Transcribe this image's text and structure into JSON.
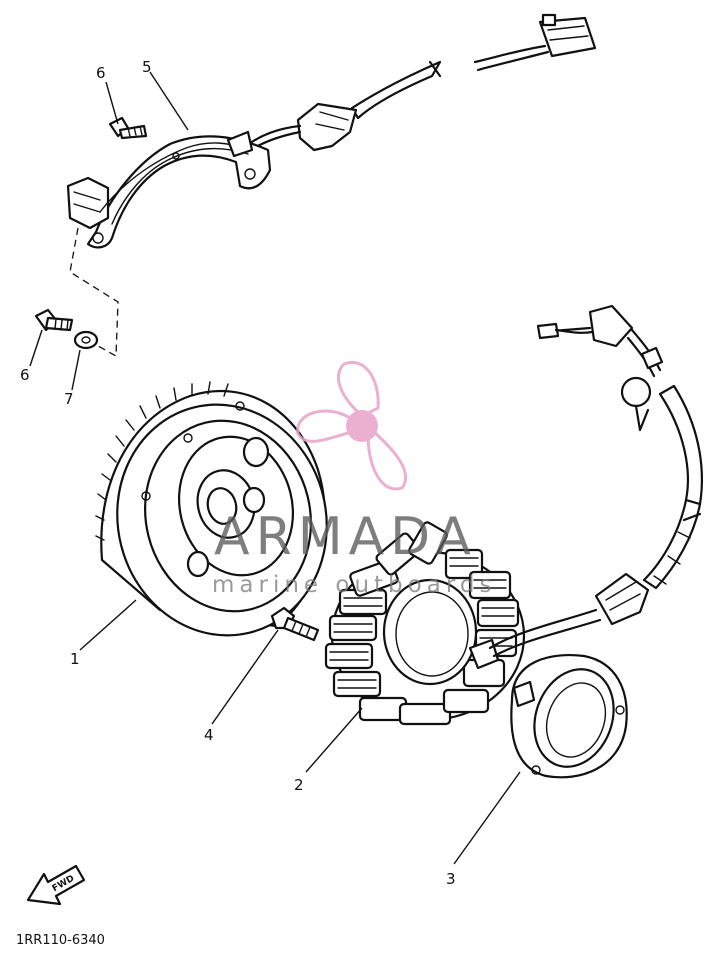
{
  "diagram": {
    "callouts": {
      "p1": "1",
      "p2": "2",
      "p3": "3",
      "p4": "4",
      "p5": "5",
      "p6a": "6",
      "p6b": "6",
      "p7": "7"
    },
    "drawing_code": "1RR110-6340",
    "fwd_label": "FWD"
  },
  "watermark": {
    "brand": "ARMADA",
    "tagline": "marine outboards",
    "color": "#e8a3c8"
  }
}
